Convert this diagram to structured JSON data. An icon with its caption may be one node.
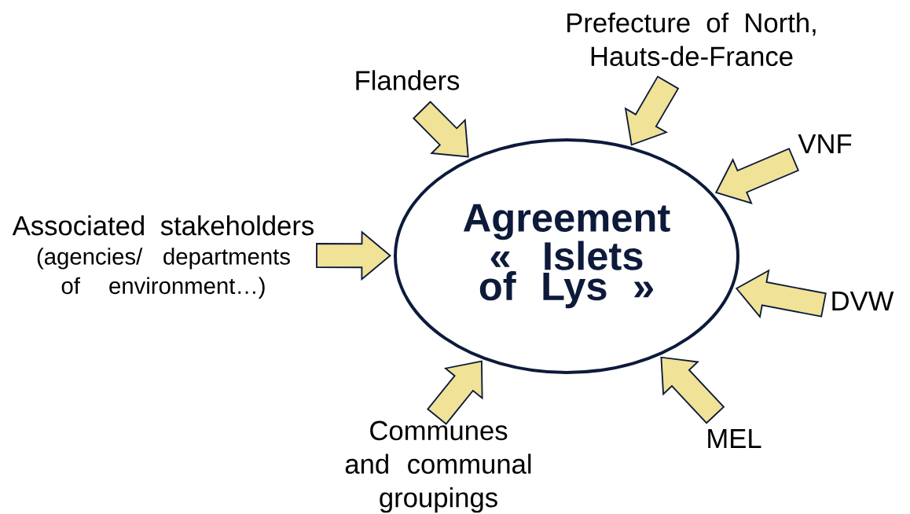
{
  "diagram": {
    "nodes": [
      {
        "text": [
          "Agreement « Islets of Lys »"
        ]
      },
      {
        "text": [
          "Flanders"
        ]
      },
      {
        "text": [
          "Prefecture of North, Hauts-de-France"
        ]
      },
      {
        "text": [
          "VNF"
        ]
      },
      {
        "text": [
          "Associated stakeholders",
          "(agencies/ departments of environment…)"
        ]
      },
      {
        "text": [
          "DVW"
        ]
      },
      {
        "text": [
          "Communes and communal groupings"
        ]
      },
      {
        "text": [
          "MEL"
        ]
      }
    ],
    "edges": [
      {
        "from": 1,
        "to": 0,
        "arrow": "to"
      },
      {
        "from": 2,
        "to": 0,
        "arrow": "to"
      },
      {
        "from": 3,
        "to": 0,
        "arrow": "to"
      },
      {
        "from": 4,
        "to": 0,
        "arrow": "to"
      },
      {
        "from": 5,
        "to": 0,
        "arrow": "to"
      },
      {
        "from": 6,
        "to": 0,
        "arrow": "to"
      },
      {
        "from": 7,
        "to": 0,
        "arrow": "to"
      }
    ]
  }
}
